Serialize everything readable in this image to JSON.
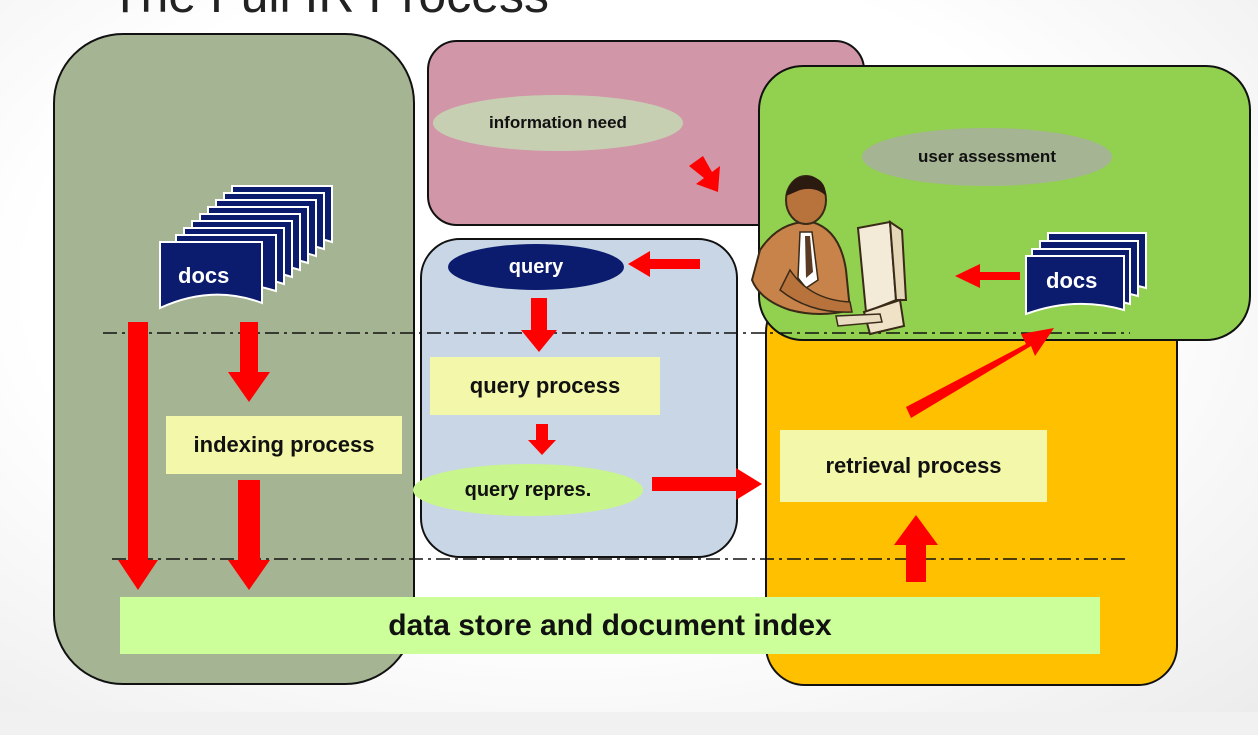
{
  "title": "The Full IR Process",
  "labels": {
    "information_need": "information need",
    "user_assessment": "user assessment",
    "query": "query",
    "query_process": "query process",
    "query_repres": "query repres.",
    "indexing_process": "indexing process",
    "retrieval_process": "retrieval process",
    "data_store": "data store and document index",
    "docs_left": "docs",
    "docs_right": "docs"
  },
  "colors": {
    "indexing_panel": "#a5b493",
    "need_panel": "#d196a7",
    "query_panel": "#c9d6e6",
    "retrieval_panel": "#ffc000",
    "user_panel": "#92d050",
    "arrow": "#ff0000",
    "docs": "#0b1b6e",
    "process_box": "#f3f7a9",
    "store_box": "#ccff99"
  },
  "icons": [
    "document-stack-icon",
    "user-at-computer-icon"
  ]
}
